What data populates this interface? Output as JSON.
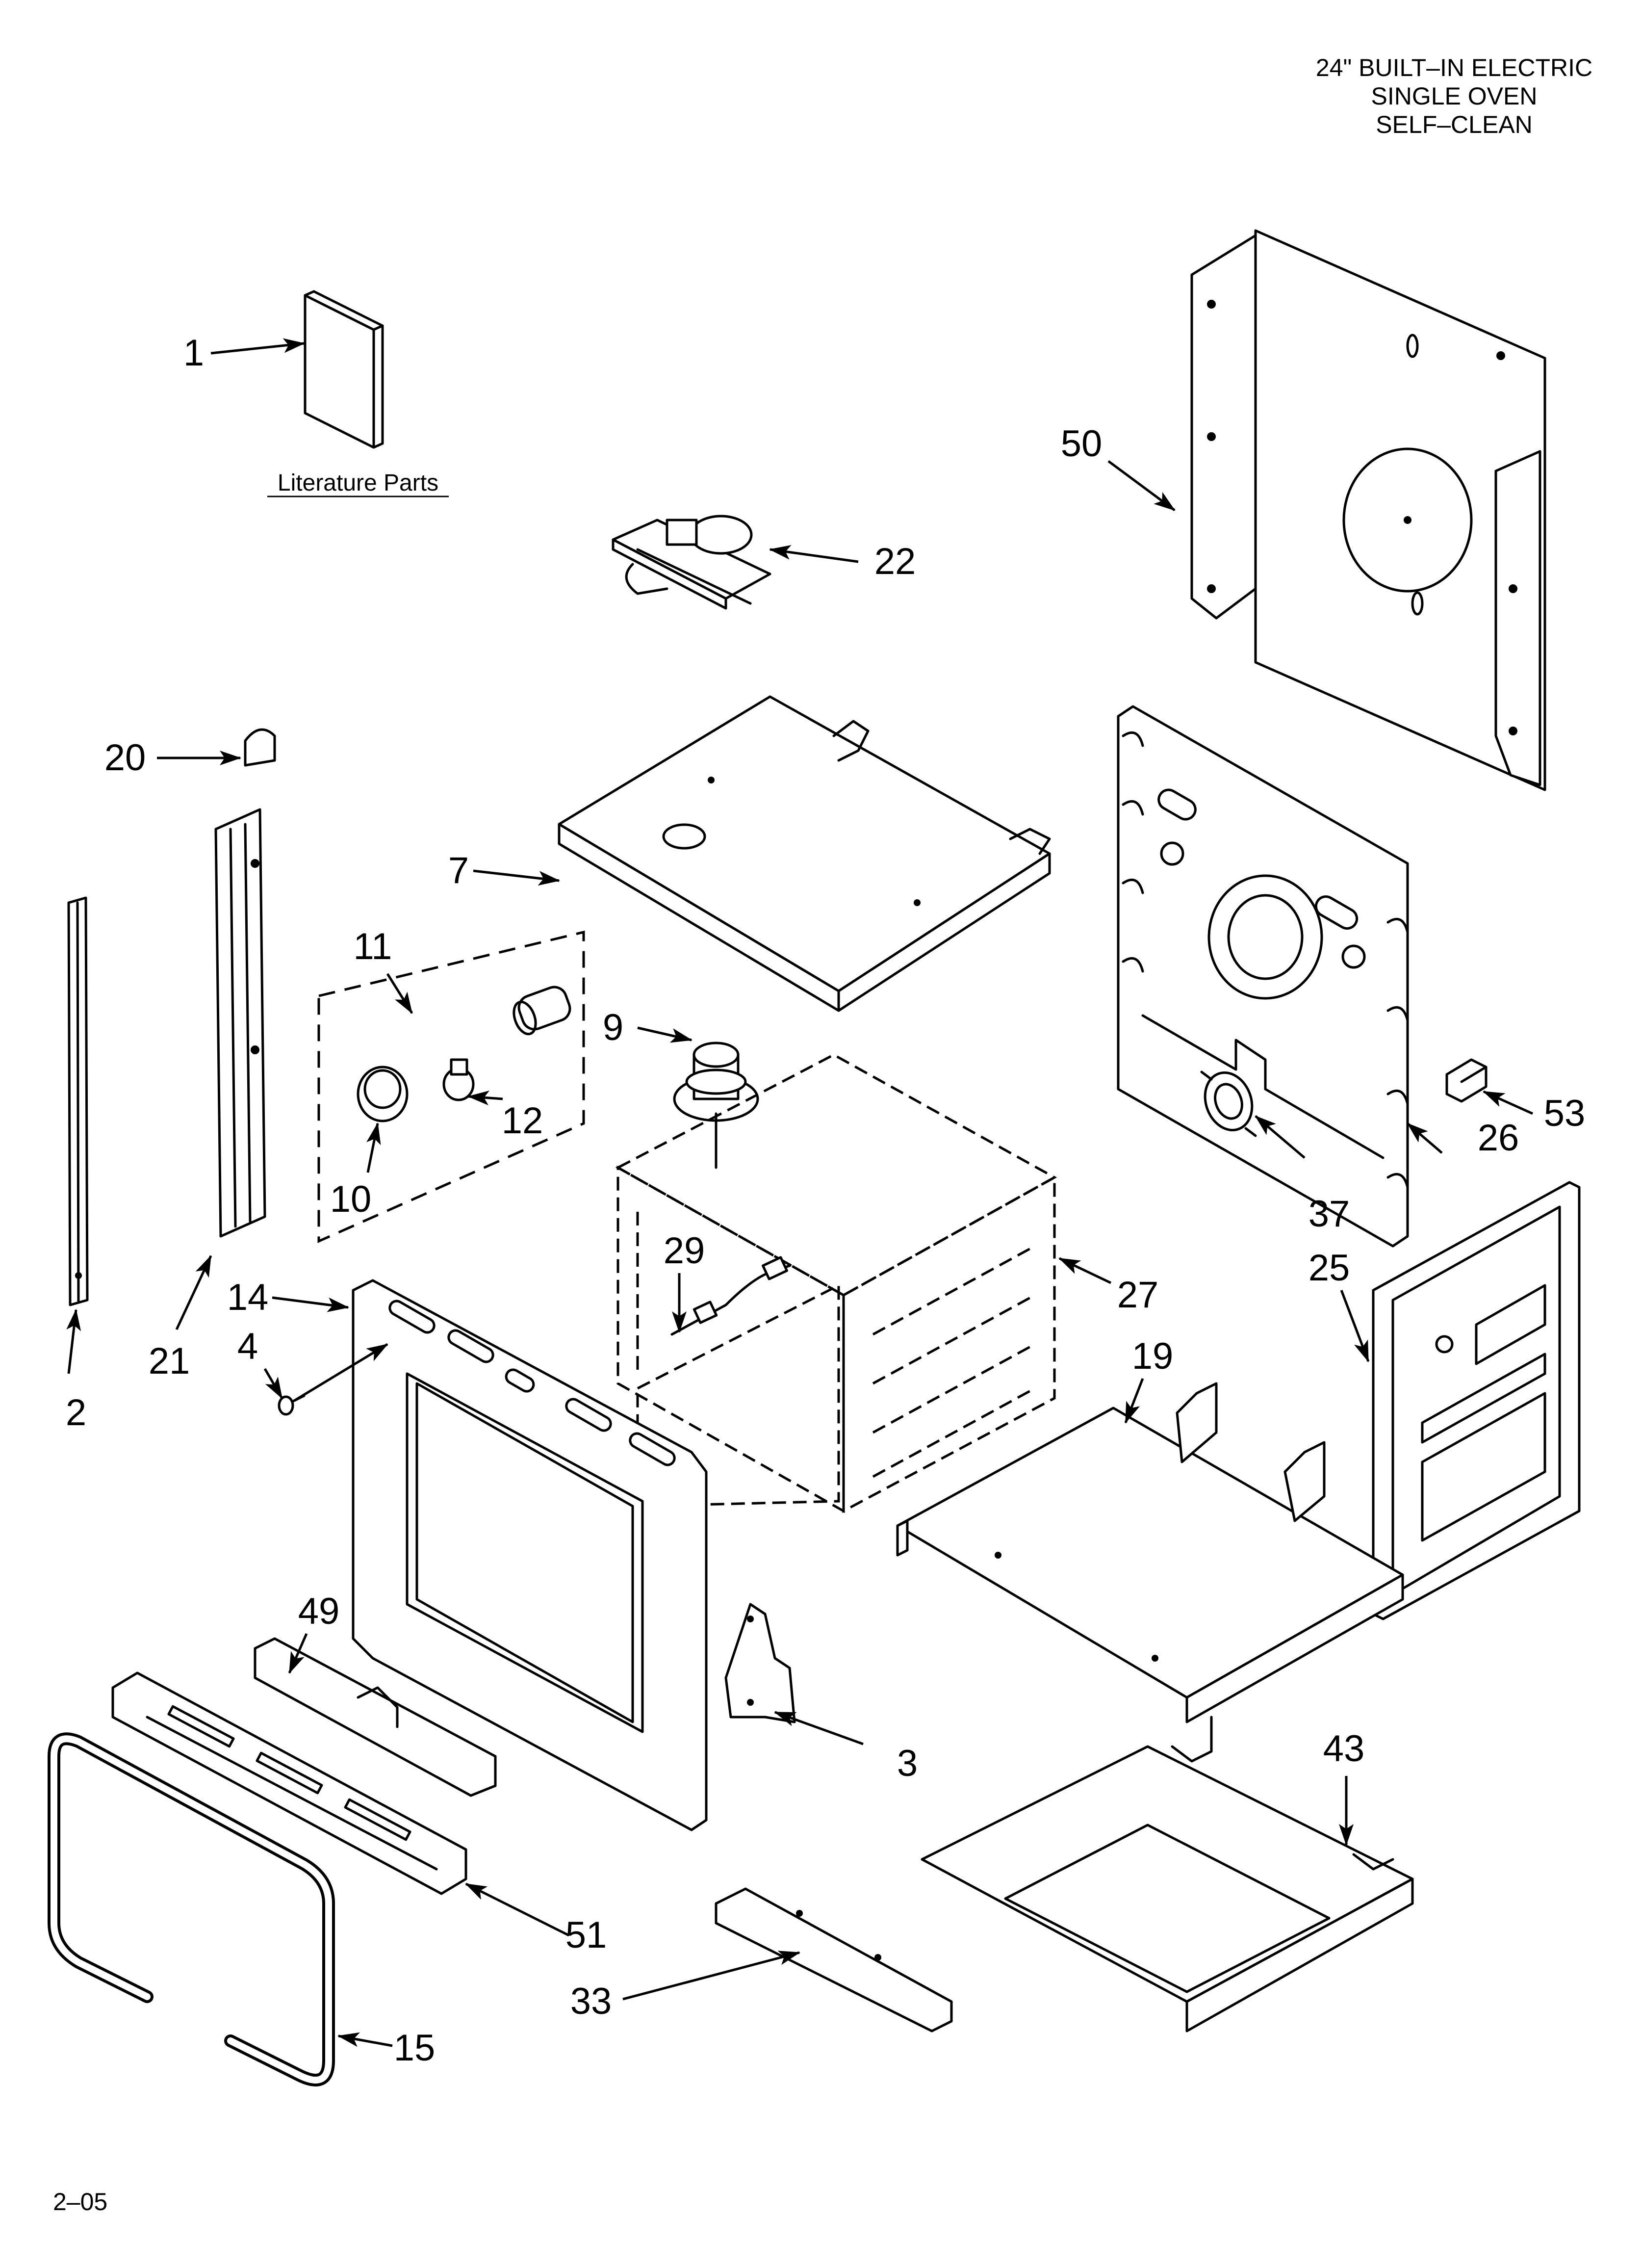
{
  "header": {
    "title_line1": "24\" BUILT–IN ELECTRIC",
    "title_line2": "SINGLE OVEN",
    "title_line3": "SELF–CLEAN"
  },
  "literature_label": "Literature Parts",
  "footer": {
    "page_code": "2–05"
  },
  "callouts": {
    "c1": "1",
    "c2": "2",
    "c3": "3",
    "c4": "4",
    "c7": "7",
    "c9": "9",
    "c10": "10",
    "c11": "11",
    "c12": "12",
    "c14": "14",
    "c15": "15",
    "c19": "19",
    "c20": "20",
    "c21": "21",
    "c22": "22",
    "c25": "25",
    "c26": "26",
    "c27": "27",
    "c29": "29",
    "c33": "33",
    "c37": "37",
    "c43": "43",
    "c49": "49",
    "c50": "50",
    "c51": "51",
    "c53": "53"
  }
}
